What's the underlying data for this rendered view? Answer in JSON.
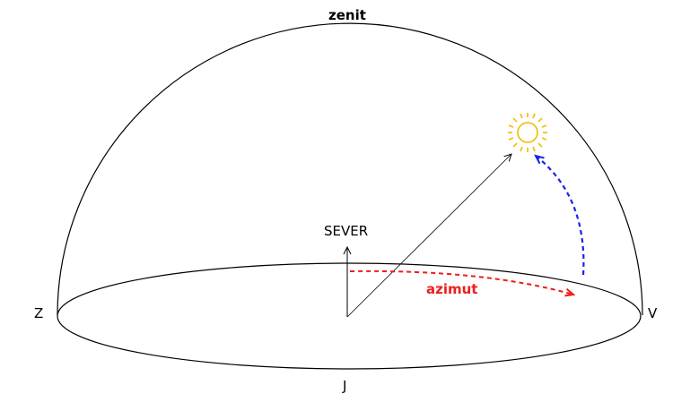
{
  "labels": {
    "zenith": "zenit",
    "north": "SEVER",
    "west": "Z",
    "east": "V",
    "south": "J",
    "azimuth": "azimut"
  },
  "colors": {
    "outline": "#000000",
    "azimuth_arc": "#ee1c1c",
    "altitude_arc": "#1a22e6",
    "sun": "#f2c218",
    "background": "#ffffff"
  },
  "icons": {
    "sun": "sun-icon"
  }
}
